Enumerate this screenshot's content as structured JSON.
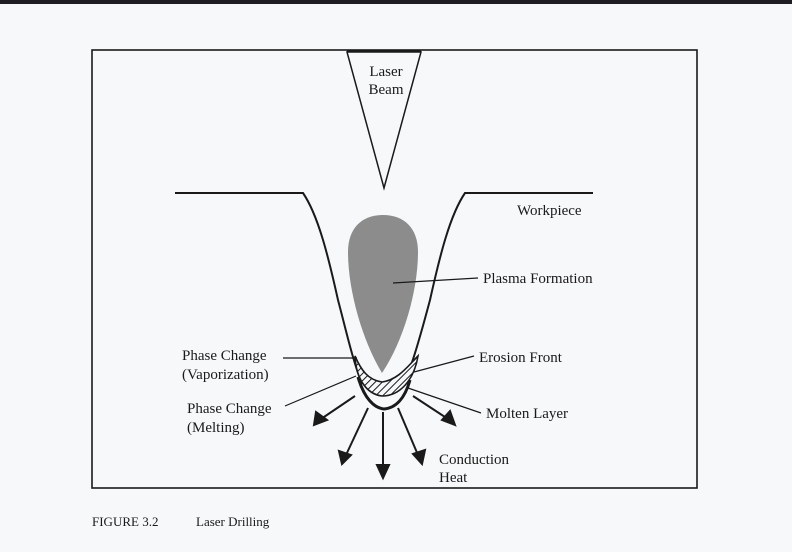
{
  "labels": {
    "laser_line1": "Laser",
    "laser_line2": "Beam",
    "workpiece": "Workpiece",
    "plasma": "Plasma Formation",
    "phase_vapor_line1": "Phase Change",
    "phase_vapor_line2": "(Vaporization)",
    "erosion": "Erosion Front",
    "phase_melt_line1": "Phase Change",
    "phase_melt_line2": "(Melting)",
    "molten": "Molten Layer",
    "conduction_line1": "Conduction",
    "conduction_line2": "Heat"
  },
  "caption": {
    "number": "FIGURE 3.2",
    "title": "Laser Drilling"
  },
  "colors": {
    "ink": "#1a1a1a",
    "plasma_fill": "#8c8c8c",
    "paper": "#f6f8fa"
  }
}
